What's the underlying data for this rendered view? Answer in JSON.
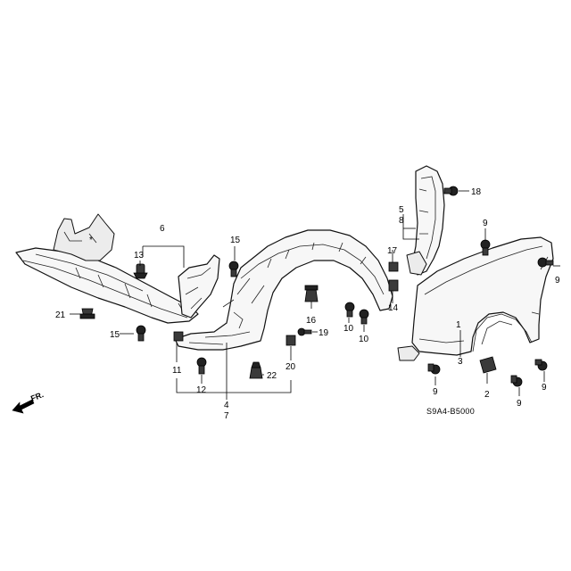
{
  "diagram_code": "S9A4-B5000",
  "direction_label": "FR.",
  "asterisk": "*",
  "callouts": {
    "c1": "1",
    "c2": "2",
    "c3": "3",
    "c4": "4",
    "c5": "5",
    "c6": "6",
    "c7": "7",
    "c8": "8",
    "c9_a": "9",
    "c9_b": "9",
    "c9_c": "9",
    "c9_d": "9",
    "c9_e": "9",
    "c10_a": "10",
    "c10_b": "10",
    "c11": "11",
    "c12": "12",
    "c13": "13",
    "c14": "14",
    "c15_a": "15",
    "c15_b": "15",
    "c16": "16",
    "c17": "17",
    "c18": "18",
    "c19": "19",
    "c20": "20",
    "c21": "21",
    "c22": "22"
  }
}
